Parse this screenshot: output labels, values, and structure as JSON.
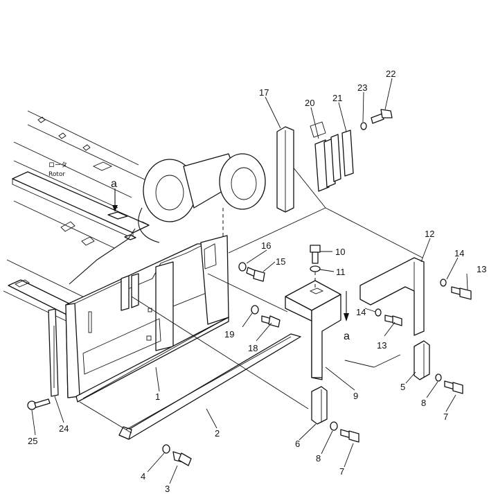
{
  "labels": {
    "rotor_jp": "ロータ",
    "rotor": "Rotor",
    "view_ref_top": "a",
    "view_ref_bottom": "a"
  },
  "callouts": [
    {
      "id": "c1",
      "text": "1"
    },
    {
      "id": "c2",
      "text": "2"
    },
    {
      "id": "c3",
      "text": "3"
    },
    {
      "id": "c4",
      "text": "4"
    },
    {
      "id": "c5",
      "text": "5"
    },
    {
      "id": "c6",
      "text": "6"
    },
    {
      "id": "c7a",
      "text": "7"
    },
    {
      "id": "c7b",
      "text": "7"
    },
    {
      "id": "c8a",
      "text": "8"
    },
    {
      "id": "c8b",
      "text": "8"
    },
    {
      "id": "c9",
      "text": "9"
    },
    {
      "id": "c10",
      "text": "10"
    },
    {
      "id": "c11",
      "text": "11"
    },
    {
      "id": "c12",
      "text": "12"
    },
    {
      "id": "c13a",
      "text": "13"
    },
    {
      "id": "c13b",
      "text": "13"
    },
    {
      "id": "c14a",
      "text": "14"
    },
    {
      "id": "c14b",
      "text": "14"
    },
    {
      "id": "c15",
      "text": "15"
    },
    {
      "id": "c16",
      "text": "16"
    },
    {
      "id": "c17",
      "text": "17"
    },
    {
      "id": "c18",
      "text": "18"
    },
    {
      "id": "c19",
      "text": "19"
    },
    {
      "id": "c20",
      "text": "20"
    },
    {
      "id": "c21",
      "text": "21"
    },
    {
      "id": "c22",
      "text": "22"
    },
    {
      "id": "c23",
      "text": "23"
    },
    {
      "id": "c24",
      "text": "24"
    },
    {
      "id": "c25",
      "text": "25"
    }
  ]
}
